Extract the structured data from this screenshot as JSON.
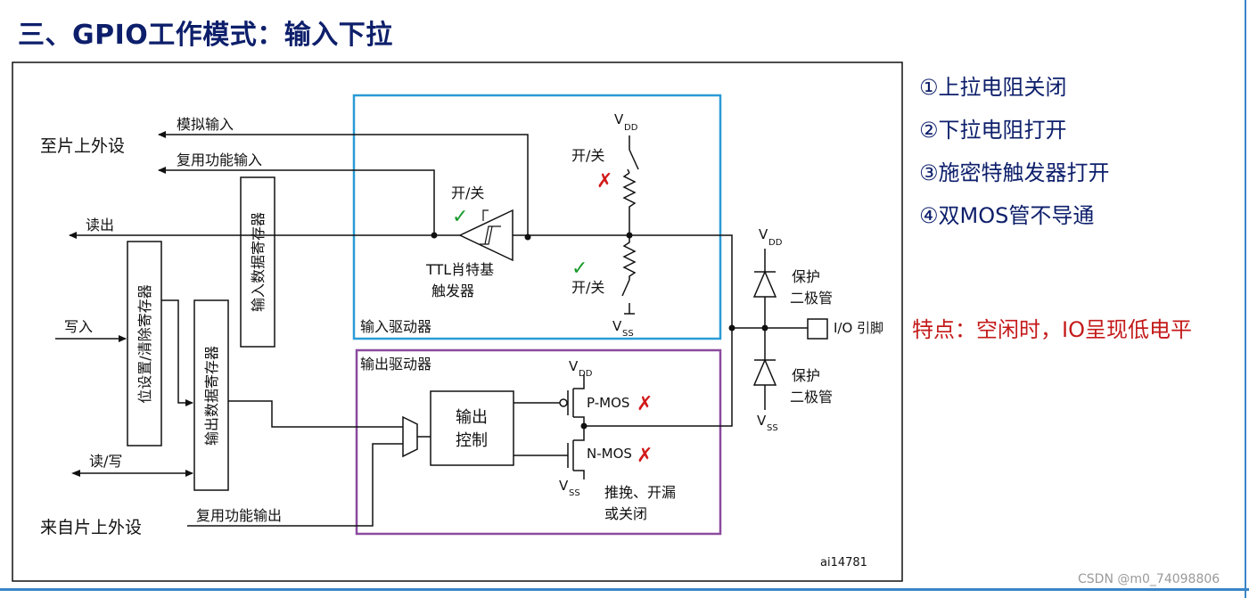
{
  "title": "三、GPIO工作模式：输入下拉",
  "diagram": {
    "to_peripheral": "至片上外设",
    "from_peripheral": "来自片上外设",
    "analog_input": "模拟输入",
    "alt_func_input": "复用功能输入",
    "alt_func_output": "复用功能输出",
    "read_out": "读出",
    "write_in": "写入",
    "read_write": "读/写",
    "input_data_register": "输入数据寄存器",
    "bit_set_reset_register": "位设置/清除寄存器",
    "output_data_register": "输出数据寄存器",
    "schmitt_switch": "开/关",
    "pull_up_switch": "开/关",
    "pull_down_switch": "开/关",
    "ttl_schmitt_line1": "TTL肖特基",
    "ttl_schmitt_line2": "触发器",
    "input_driver": "输入驱动器",
    "output_driver": "输出驱动器",
    "output_control_line1": "输出",
    "output_control_line2": "控制",
    "pmos": "P-MOS",
    "nmos": "N-MOS",
    "vdd": "V",
    "vdd_sub": "DD",
    "vss": "V",
    "vss_sub": "SS",
    "protect_diode_line1": "保护",
    "protect_diode_line2": "二极管",
    "io_pin": "I/O 引脚",
    "mode_line1": "推挽、开漏",
    "mode_line2": "或关闭",
    "figure_id": "ai14781",
    "check_mark": "✓",
    "cross_mark": "✗"
  },
  "notes": [
    "①上拉电阻关闭",
    "②下拉电阻打开",
    "③施密特触发器打开",
    "④双MOS管不导通"
  ],
  "feature_note": "特点：空闲时，IO呈现低电平",
  "watermark": "CSDN @m0_74098806",
  "colors": {
    "title": "#0d1f6b",
    "input_driver_box": "#2a9bd6",
    "output_driver_box": "#8b4a9e",
    "check": "#1a9a2a",
    "cross": "#d11a1a",
    "feature": "#c41a1a"
  }
}
